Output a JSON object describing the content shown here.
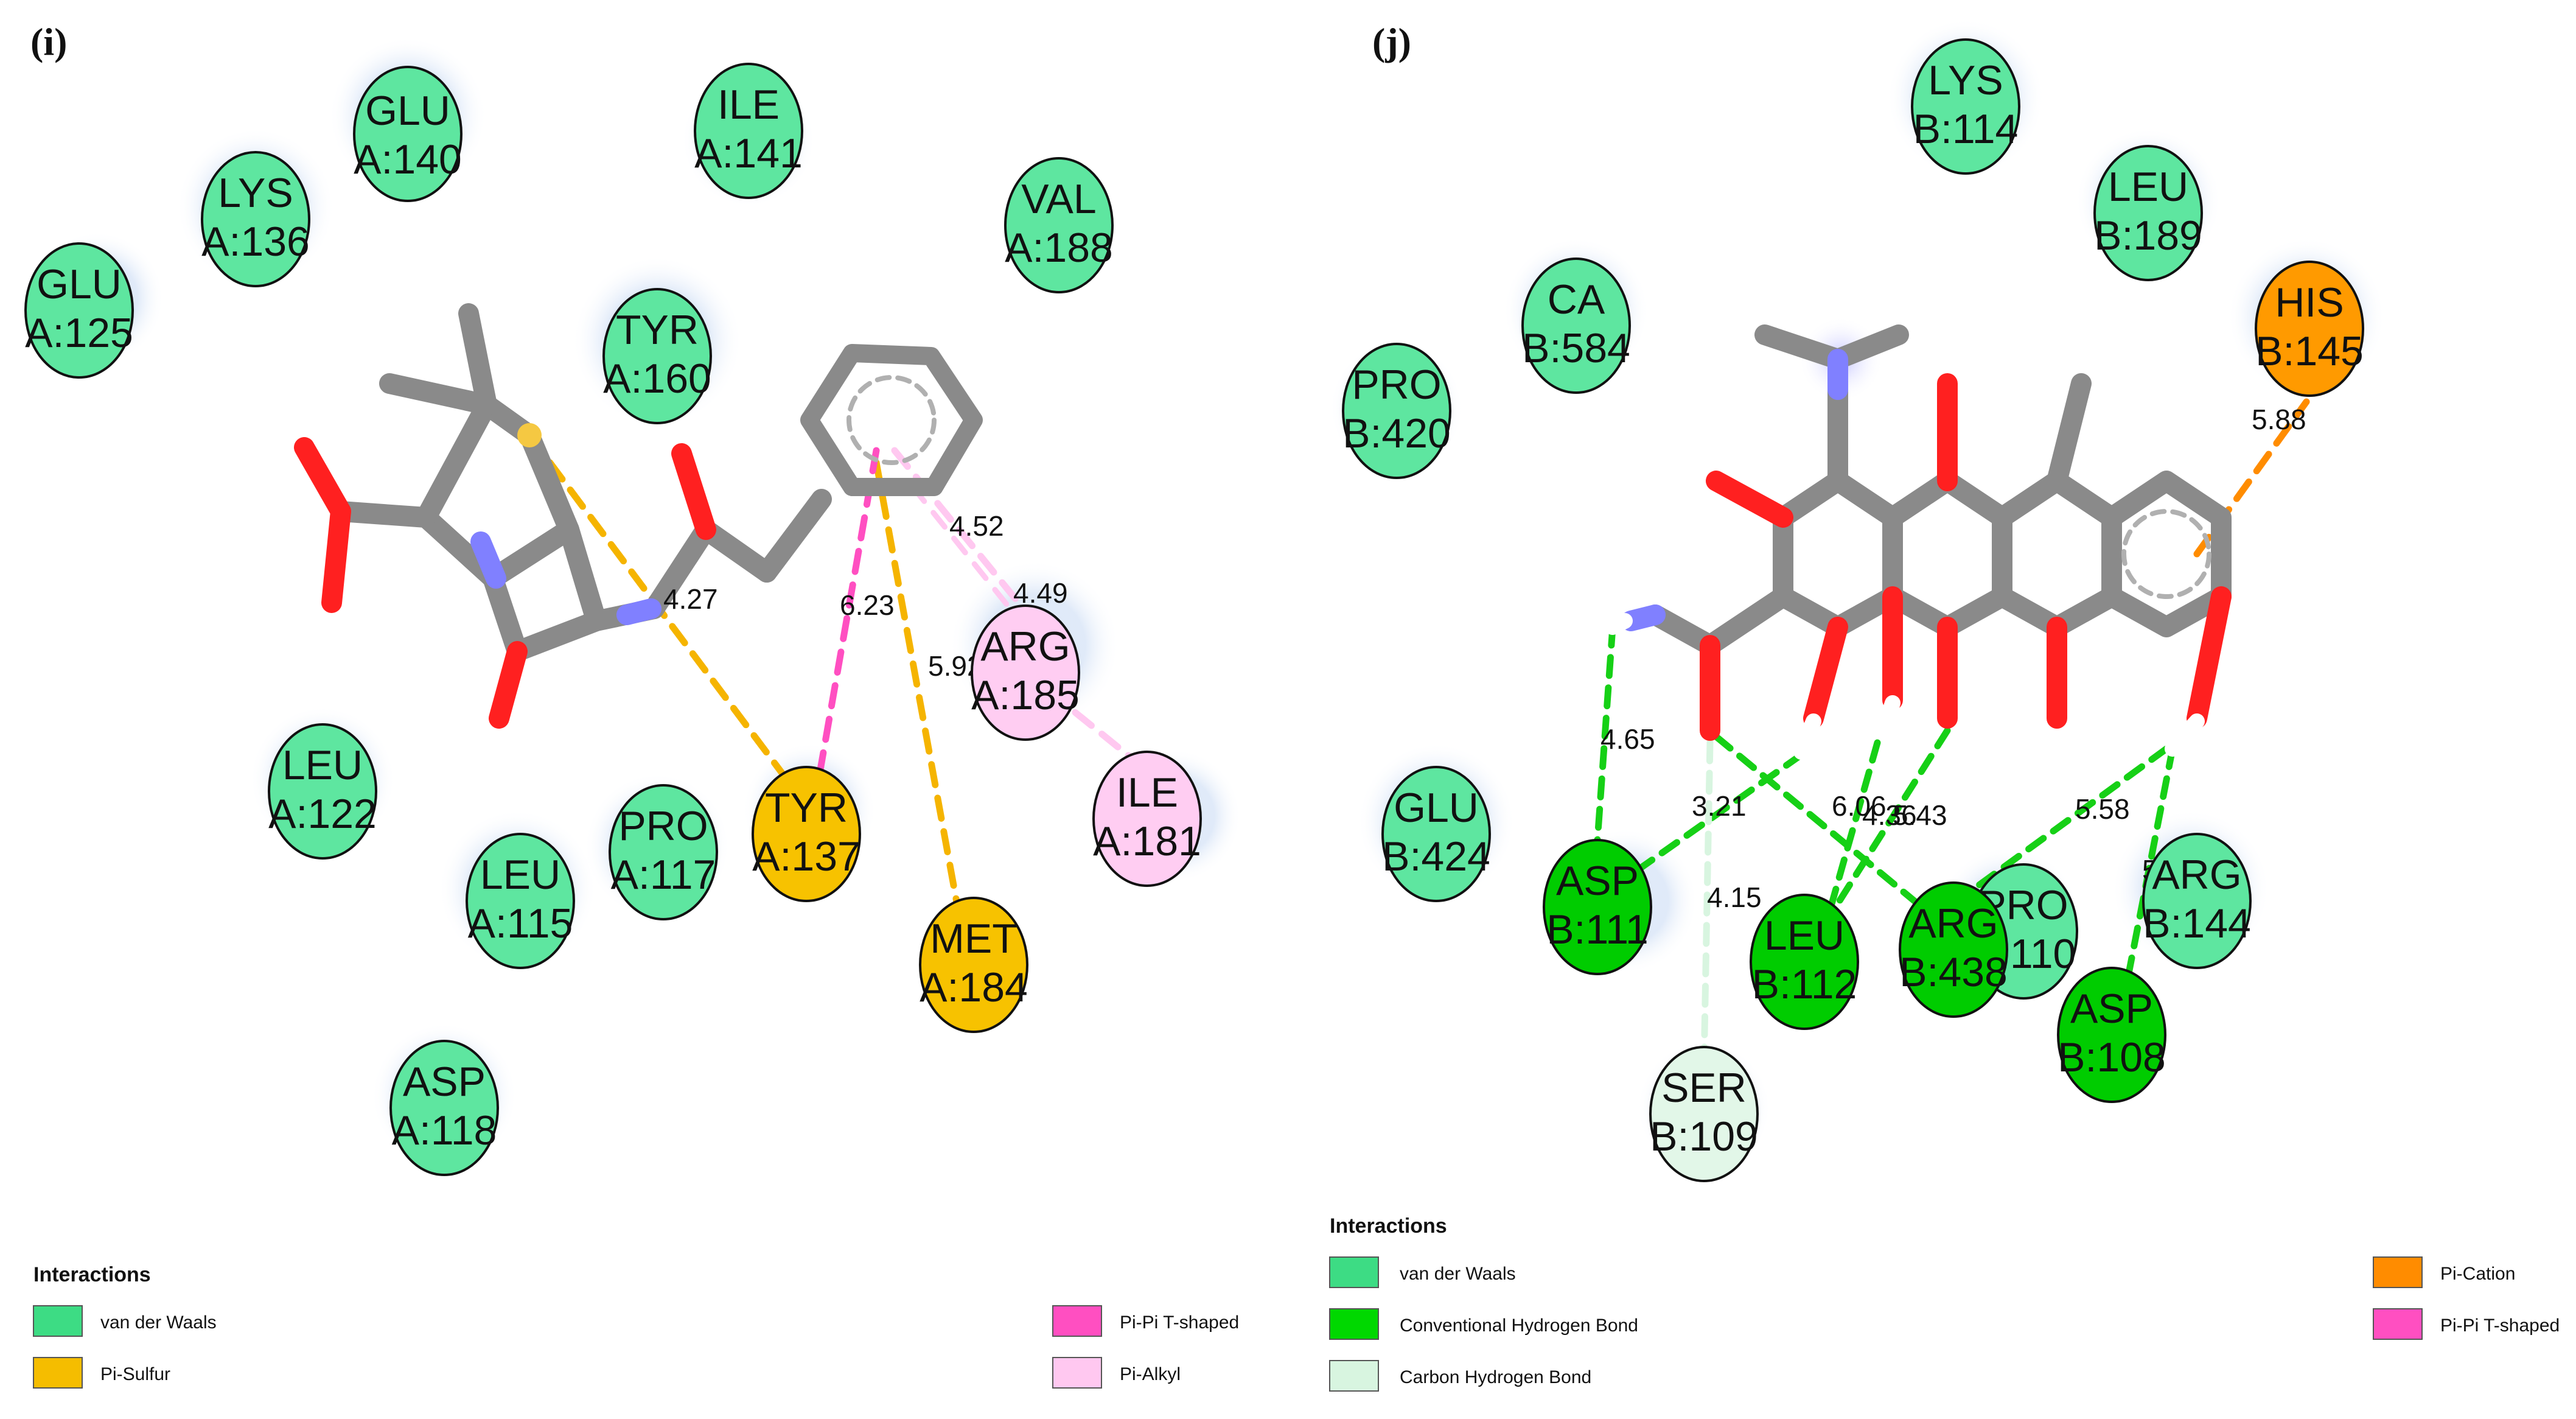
{
  "panel_i": {
    "label": "(i)",
    "residues": [
      {
        "id": "glu140",
        "l1": "GLU",
        "l2": "A:140",
        "type": "vdw"
      },
      {
        "id": "ile141",
        "l1": "ILE",
        "l2": "A:141",
        "type": "vdw"
      },
      {
        "id": "lys136",
        "l1": "LYS",
        "l2": "A:136",
        "type": "vdw"
      },
      {
        "id": "val188",
        "l1": "VAL",
        "l2": "A:188",
        "type": "vdw"
      },
      {
        "id": "glu125",
        "l1": "GLU",
        "l2": "A:125",
        "type": "vdw"
      },
      {
        "id": "tyr160",
        "l1": "TYR",
        "l2": "A:160",
        "type": "vdw"
      },
      {
        "id": "arg185",
        "l1": "ARG",
        "l2": "A:185",
        "type": "pialkyl"
      },
      {
        "id": "ile181",
        "l1": "ILE",
        "l2": "A:181",
        "type": "pialkyl"
      },
      {
        "id": "leu122",
        "l1": "LEU",
        "l2": "A:122",
        "type": "vdw"
      },
      {
        "id": "leu115",
        "l1": "LEU",
        "l2": "A:115",
        "type": "vdw"
      },
      {
        "id": "pro117",
        "l1": "PRO",
        "l2": "A:117",
        "type": "vdw"
      },
      {
        "id": "tyr137",
        "l1": "TYR",
        "l2": "A:137",
        "type": "pisulfur"
      },
      {
        "id": "met184",
        "l1": "MET",
        "l2": "A:184",
        "type": "pisulfur"
      },
      {
        "id": "asp118",
        "l1": "ASP",
        "l2": "A:118",
        "type": "vdw"
      }
    ],
    "distances": [
      "4.27",
      "6.23",
      "5.92",
      "4.52",
      "4.49"
    ],
    "legend": {
      "title": "Interactions",
      "items": [
        {
          "label": "van der Waals",
          "color": "#3ddc84"
        },
        {
          "label": "Pi-Sulfur",
          "color": "#f5bd00"
        },
        {
          "label": "Pi-Pi T-shaped",
          "color": "#ff4fc1"
        },
        {
          "label": "Pi-Alkyl",
          "color": "#ffc8f0"
        }
      ]
    }
  },
  "panel_j": {
    "label": "(j)",
    "residues": [
      {
        "id": "lys114",
        "l1": "LYS",
        "l2": "B:114",
        "type": "vdw"
      },
      {
        "id": "leu189",
        "l1": "LEU",
        "l2": "B:189",
        "type": "vdw"
      },
      {
        "id": "ca584",
        "l1": "CA",
        "l2": "B:584",
        "type": "vdw"
      },
      {
        "id": "pro420",
        "l1": "PRO",
        "l2": "B:420",
        "type": "vdw"
      },
      {
        "id": "his145",
        "l1": "HIS",
        "l2": "B:145",
        "type": "pication"
      },
      {
        "id": "glu424",
        "l1": "GLU",
        "l2": "B:424",
        "type": "vdw"
      },
      {
        "id": "asp111",
        "l1": "ASP",
        "l2": "B:111",
        "type": "hbond"
      },
      {
        "id": "leu112",
        "l1": "LEU",
        "l2": "B:112",
        "type": "hbond"
      },
      {
        "id": "arg438",
        "l1": "ARG",
        "l2": "B:438",
        "type": "hbond"
      },
      {
        "id": "pro110",
        "l1": "PRO",
        "l2": "B:110",
        "type": "vdw"
      },
      {
        "id": "arg144",
        "l1": "ARG",
        "l2": "B:144",
        "type": "vdw"
      },
      {
        "id": "asp108",
        "l1": "ASP",
        "l2": "B:108",
        "type": "hbond"
      },
      {
        "id": "ser109",
        "l1": "SER",
        "l2": "B:109",
        "type": "chbond"
      }
    ],
    "distances": [
      "5.88",
      "4.65",
      "3.21",
      "6.06",
      "4.36",
      "5.43",
      "4.15",
      "5.58",
      "5.20"
    ],
    "legend": {
      "title": "Interactions",
      "items": [
        {
          "label": "van der Waals",
          "color": "#3ddc84"
        },
        {
          "label": "Conventional Hydrogen Bond",
          "color": "#00d800"
        },
        {
          "label": "Carbon Hydrogen Bond",
          "color": "#d8f5e0"
        },
        {
          "label": "Pi-Cation",
          "color": "#ff8c00"
        },
        {
          "label": "Pi-Pi T-shaped",
          "color": "#ff4fc1"
        }
      ]
    }
  },
  "colors": {
    "vdw": "#5ee6a0",
    "hbond": "#00cc00",
    "chbond": "#e2f7e8",
    "pisulfur": "#f7c200",
    "pication": "#ff9a00",
    "pialkyl": "#ffcdf2",
    "pipi": "#ff4fc1",
    "bond": "#8a8a8a",
    "oxygen": "#ff2020",
    "nitrogen": "#8080ff",
    "sulfur": "#f5c842"
  }
}
